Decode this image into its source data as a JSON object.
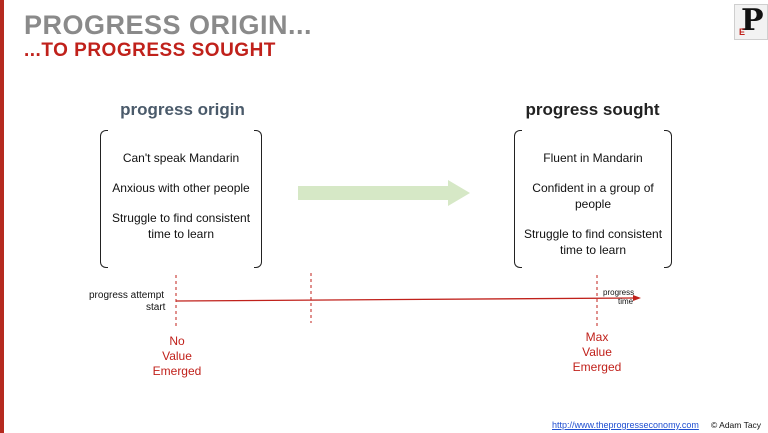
{
  "slide": {
    "title_line1": "PROGRESS ORIGIN...",
    "title_line2": "...TO PROGRESS SOUGHT",
    "logo_letter": "P",
    "logo_sub": "E"
  },
  "origin": {
    "heading": "progress origin",
    "items": [
      "Can't speak Mandarin",
      "Anxious with other people",
      "Struggle to find consistent time to learn"
    ]
  },
  "sought": {
    "heading": "progress sought",
    "items": [
      "Fluent in Mandarin",
      "Confident in a group of people",
      "Struggle to find consistent time to learn"
    ]
  },
  "timeline": {
    "attempt_label": "progress attempt",
    "start_label": "start",
    "axis_label_1": "progress",
    "axis_label_2": "time",
    "no_value": [
      "No",
      "Value",
      "Emerged"
    ],
    "max_value": [
      "Max",
      "Value",
      "Emerged"
    ]
  },
  "footer": {
    "link": "http://www.theprogresseconomy.com",
    "copyright": "© Adam Tacy"
  },
  "colors": {
    "accent_red": "#c0211b",
    "title_gray": "#8a8a8a",
    "arrow_green": "#d6e8c6"
  }
}
